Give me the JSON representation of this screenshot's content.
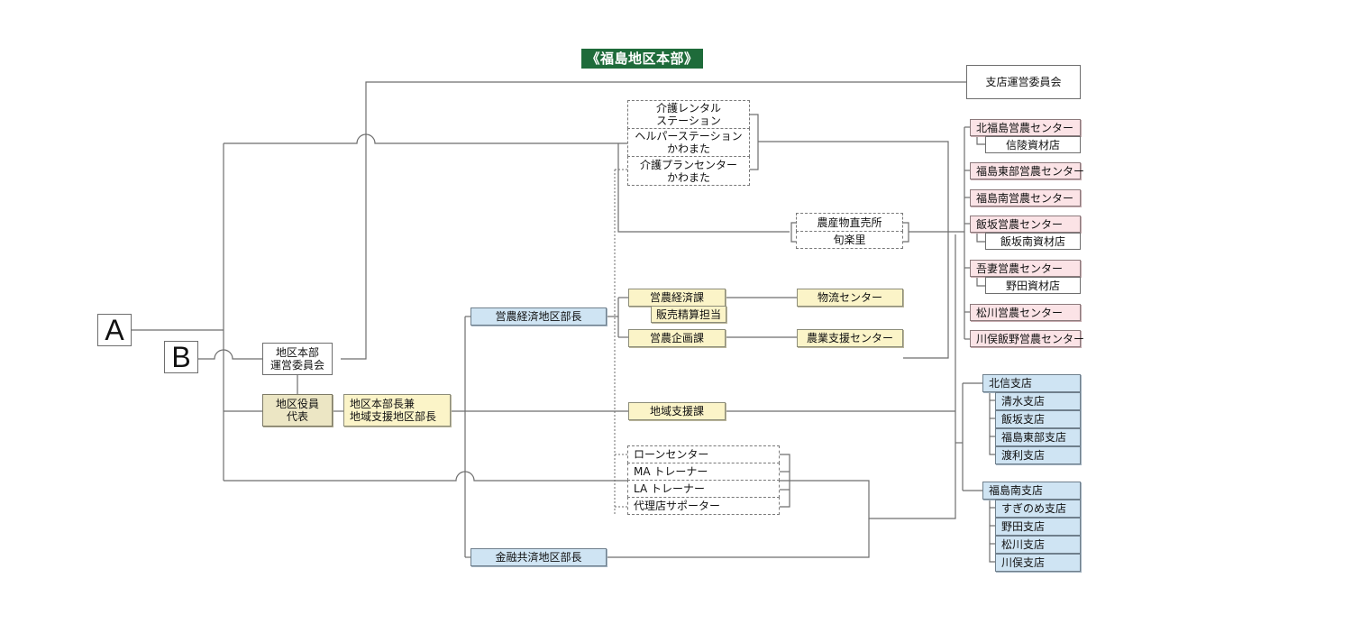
{
  "title": "《福島地区本部》",
  "labels": {
    "a": "A",
    "b": "B"
  },
  "governance": {
    "branch_committee": "支店運営委員会",
    "regional_committee": [
      "地区本部",
      "運営委員会"
    ],
    "officer_rep": [
      "地区役員",
      "代表"
    ],
    "hq_head": [
      "地区本部長兼",
      "地域支援地区部長"
    ]
  },
  "managers": {
    "agri_econ": "営農経済地区部長",
    "finance": "金融共済地区部長"
  },
  "care": {
    "items": [
      [
        "介護レンタル",
        "ステーション"
      ],
      [
        "ヘルパーステーション",
        "かわまた"
      ],
      [
        "介護プランセンター",
        "かわまた"
      ]
    ]
  },
  "direct_sales": [
    "農産物直売所",
    "旬楽里"
  ],
  "sections": {
    "agri_econ_section": "営農経済課",
    "sales_settlement": "販売精算担当",
    "agri_planning": "営農企画課",
    "logistics_center": "物流センター",
    "agri_support_center": "農業支援センター",
    "regional_support": "地域支援課"
  },
  "finance_units": [
    "ローンセンター",
    "MA トレーナー",
    "LA トレーナー",
    "代理店サポーター"
  ],
  "agri_centers": [
    {
      "name": "北福島営農センター",
      "sub": "信陵資材店"
    },
    {
      "name": "福島東部営農センター"
    },
    {
      "name": "福島南営農センター"
    },
    {
      "name": "飯坂営農センター",
      "sub": "飯坂南資材店"
    },
    {
      "name": "吾妻営農センター",
      "sub": "野田資材店"
    },
    {
      "name": "松川営農センター"
    },
    {
      "name": "川俣飯野営農センター"
    }
  ],
  "branches": [
    {
      "name": "北信支店",
      "children": [
        "清水支店",
        "飯坂支店",
        "福島東部支店",
        "渡利支店"
      ]
    },
    {
      "name": "福島南支店",
      "children": [
        "すぎのめ支店",
        "野田支店",
        "松川支店",
        "川俣支店"
      ]
    }
  ],
  "colors": {
    "title_bg": "#1e6b3a",
    "yellow": "#fbf4c8",
    "khaki": "#ece6c4",
    "blue": "#cfe4f3",
    "pink": "#fbe3e6"
  }
}
